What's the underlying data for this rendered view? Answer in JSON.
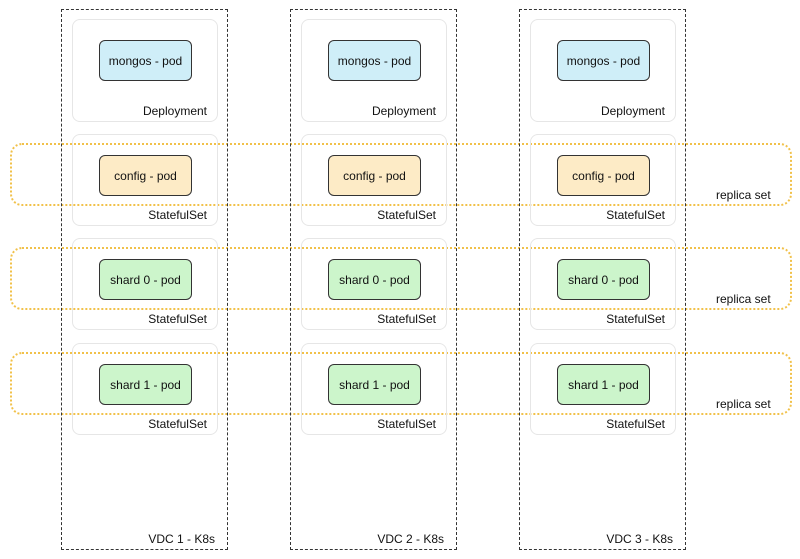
{
  "vdcs": [
    {
      "label": "VDC 1 - K8s",
      "mongos": "mongos - pod",
      "config": "config - pod",
      "shard0": "shard 0 - pod",
      "shard1": "shard 1 - pod",
      "deployment": "Deployment",
      "sts_config": "StatefulSet",
      "sts_shard0": "StatefulSet",
      "sts_shard1": "StatefulSet"
    },
    {
      "label": "VDC 2 - K8s",
      "mongos": "mongos - pod",
      "config": "config - pod",
      "shard0": "shard 0 - pod",
      "shard1": "shard 1 - pod",
      "deployment": "Deployment",
      "sts_config": "StatefulSet",
      "sts_shard0": "StatefulSet",
      "sts_shard1": "StatefulSet"
    },
    {
      "label": "VDC 3 - K8s",
      "mongos": "mongos - pod",
      "config": "config - pod",
      "shard0": "shard 0 - pod",
      "shard1": "shard 1 - pod",
      "deployment": "Deployment",
      "sts_config": "StatefulSet",
      "sts_shard0": "StatefulSet",
      "sts_shard1": "StatefulSet"
    }
  ],
  "replica_sets": [
    "replica set",
    "replica set",
    "replica set"
  ],
  "colors": {
    "mongos_fill": "#cfeef8",
    "config_fill": "#fdebc6",
    "shard_fill": "#ccf5cb",
    "replica_set_outline": "#f1c14a"
  }
}
